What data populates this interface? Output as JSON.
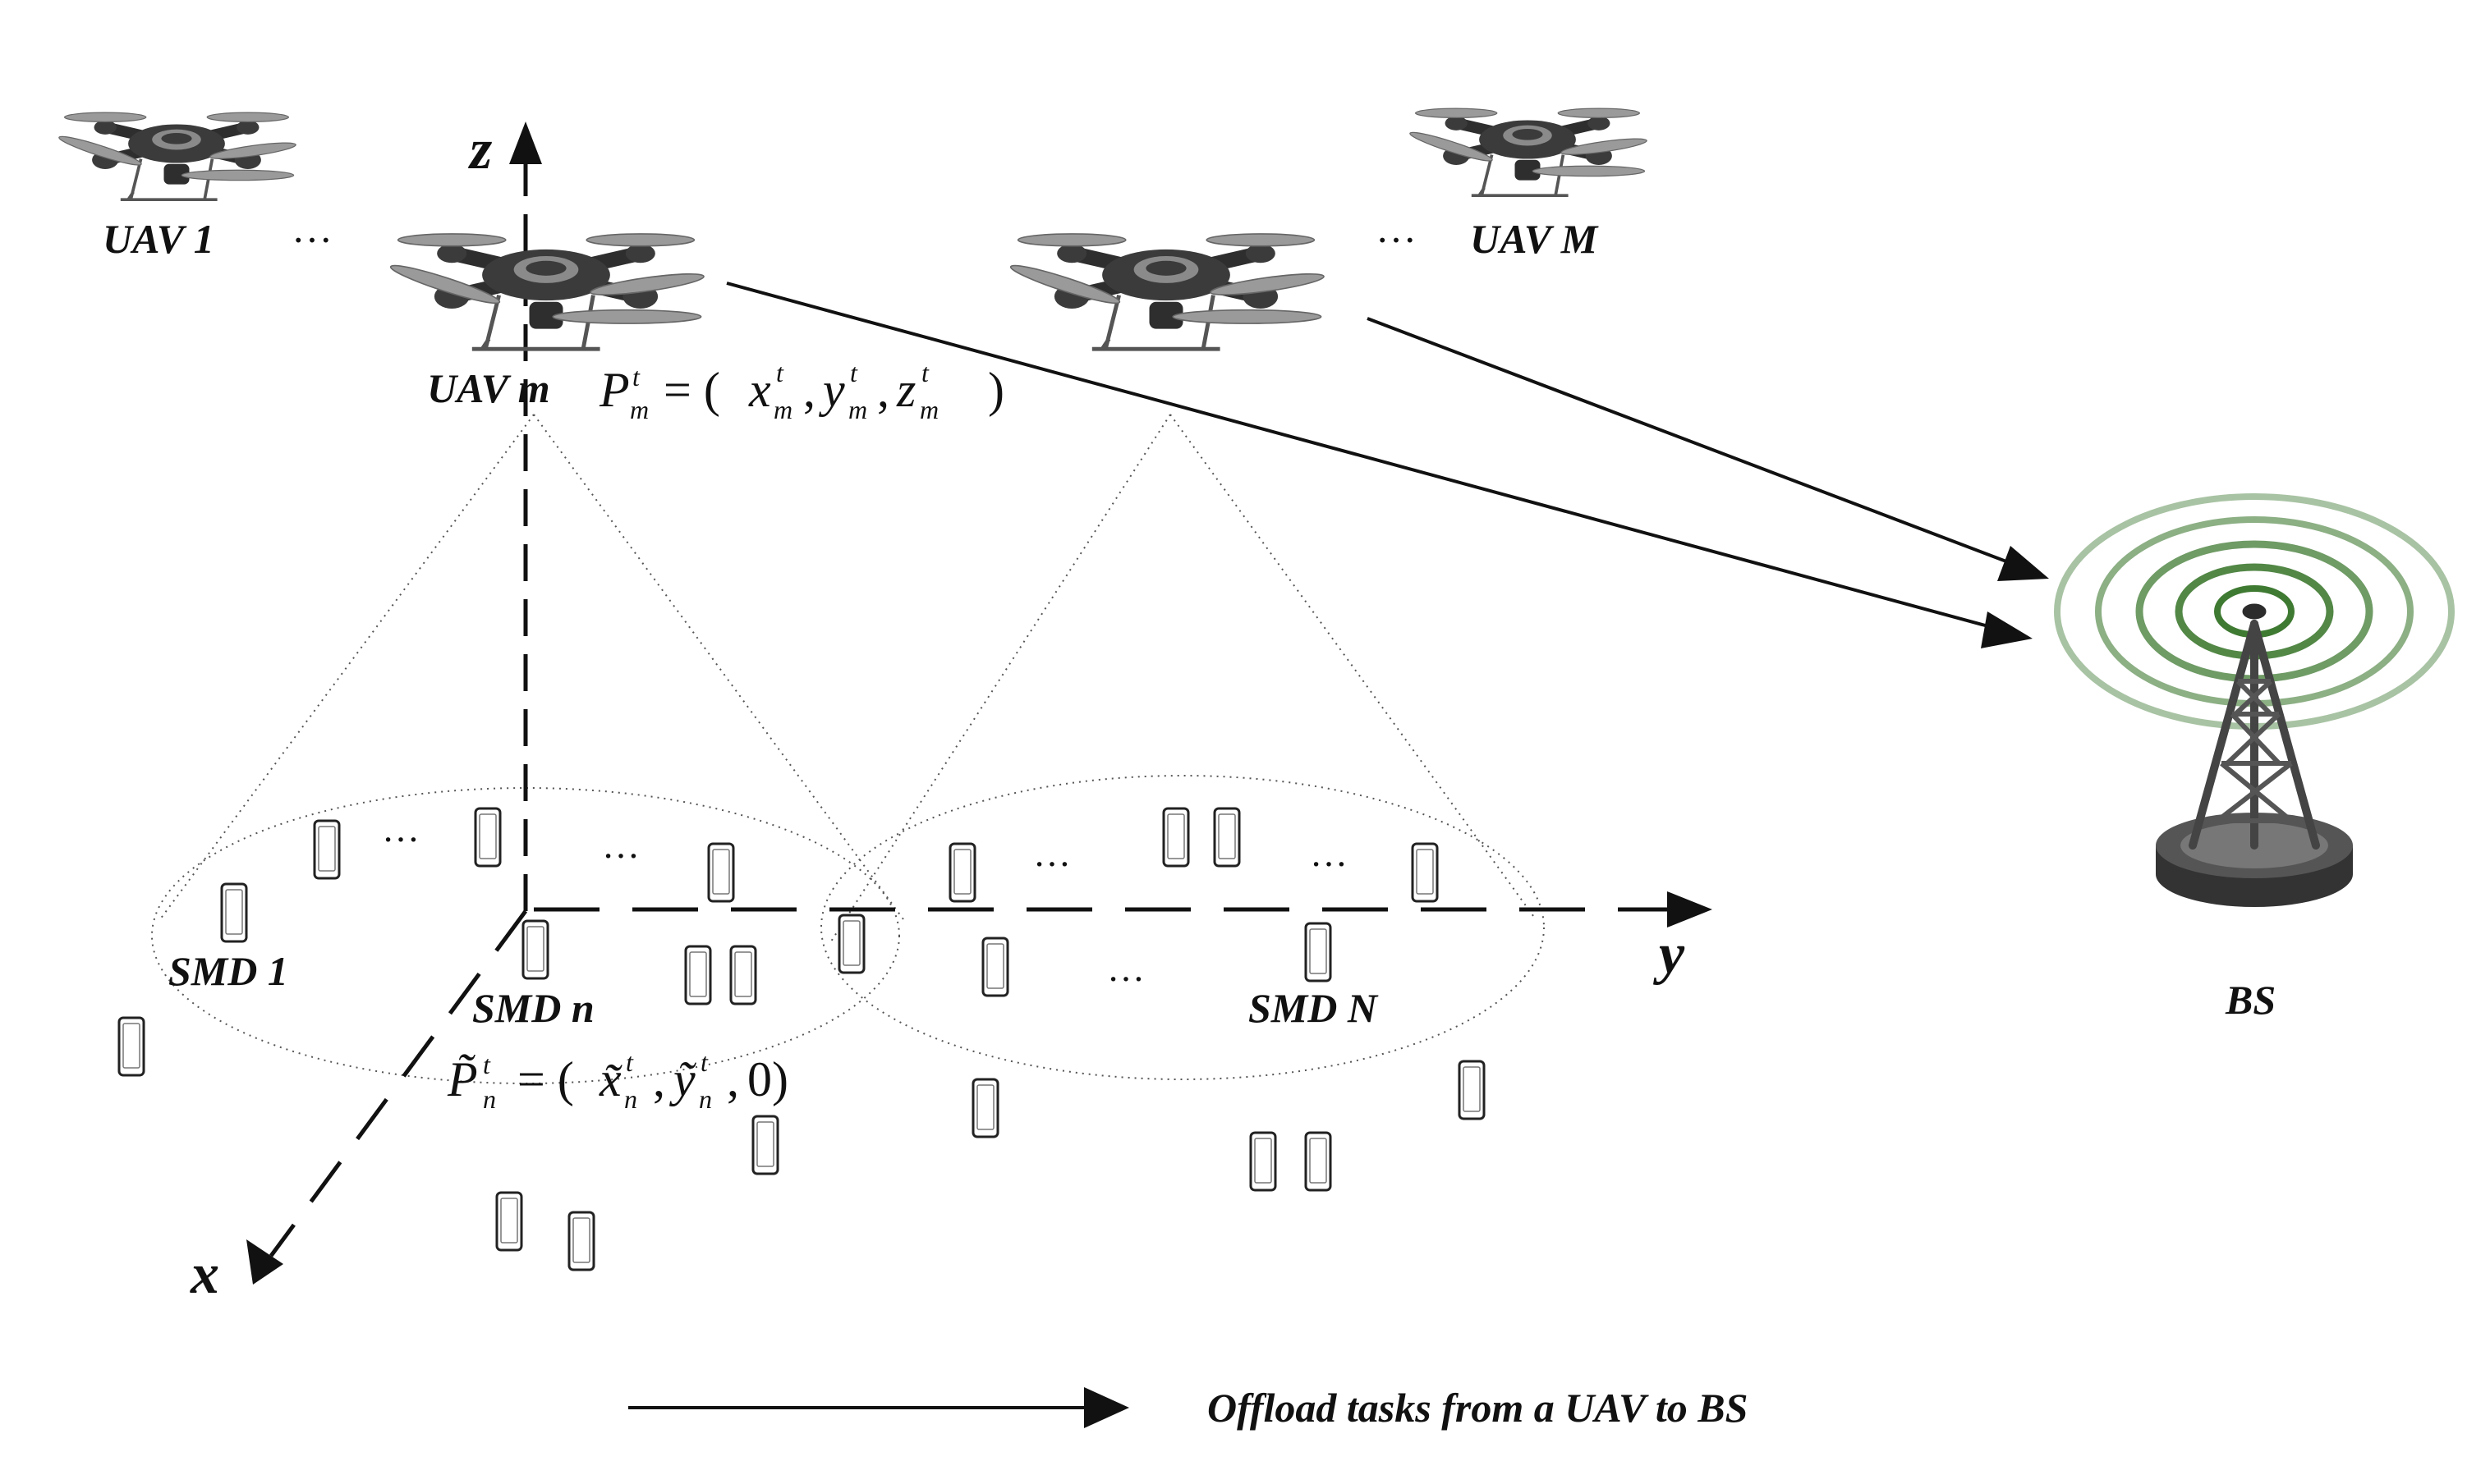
{
  "uav_labels": {
    "uav_1": "UAV 1",
    "uav_m": "UAV m",
    "uav_M": "UAV M"
  },
  "uav_position": {
    "P": "P",
    "sup_t": "t",
    "sub_m": "m",
    "eq_open": "= (",
    "x": "x",
    "y": "y",
    "z": "z",
    "comma": ",",
    "close": ")"
  },
  "smd_labels": {
    "smd_1": "SMD 1",
    "smd_n": "SMD n",
    "smd_N": "SMD N"
  },
  "smd_position": {
    "P": "P̃",
    "sup_t": "t",
    "sub_n": "n",
    "eq_open": "= (",
    "x": "x̃",
    "y": "ỹ",
    "comma": ",",
    "zero_close": "0)"
  },
  "axes": {
    "x": "x",
    "y": "y",
    "z": "z"
  },
  "base_station": {
    "label": "BS"
  },
  "ellipsis": "…",
  "legend": {
    "text": "Offload tasks from  a UAV to BS"
  },
  "colors": {
    "drone_body": "#3b3b3b",
    "drone_gray": "#8a8a8a",
    "signal_green": "#3f7a32",
    "tower": "#555555",
    "ink": "#111111"
  }
}
